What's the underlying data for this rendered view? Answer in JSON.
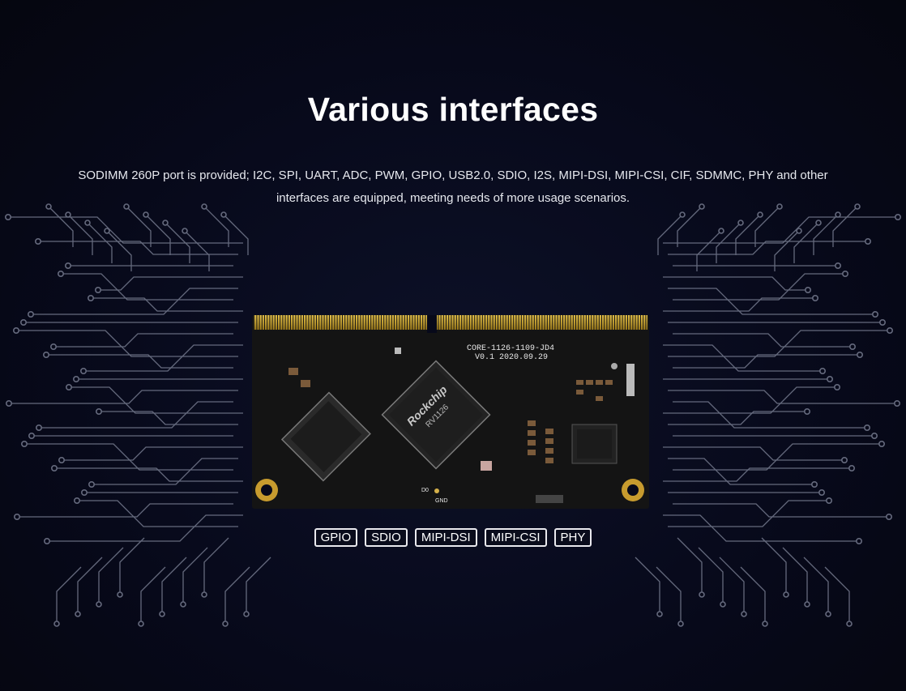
{
  "title": "Various interfaces",
  "description": {
    "line1": "SODIMM 260P port is provided; I2C, SPI, UART, ADC, PWM, GPIO, USB2.0, SDIO, I2S, MIPI-DSI, MIPI-CSI, CIF, SDMMC, PHY and other",
    "line2": "interfaces are equipped, meeting needs of more usage scenarios."
  },
  "board": {
    "model": "CORE-1126-1109-JD4",
    "version": "V0.1 2020.09.29",
    "chip_brand": "Rockchip",
    "chip_model": "RV1126",
    "label_d0": "D0",
    "label_gnd": "GND"
  },
  "tags": [
    "GPIO",
    "SDIO",
    "MIPI-DSI",
    "MIPI-CSI",
    "PHY"
  ],
  "colors": {
    "background": "#07091a",
    "trace": "#7d8296",
    "board": "#151515",
    "gold": "#c9a227"
  }
}
